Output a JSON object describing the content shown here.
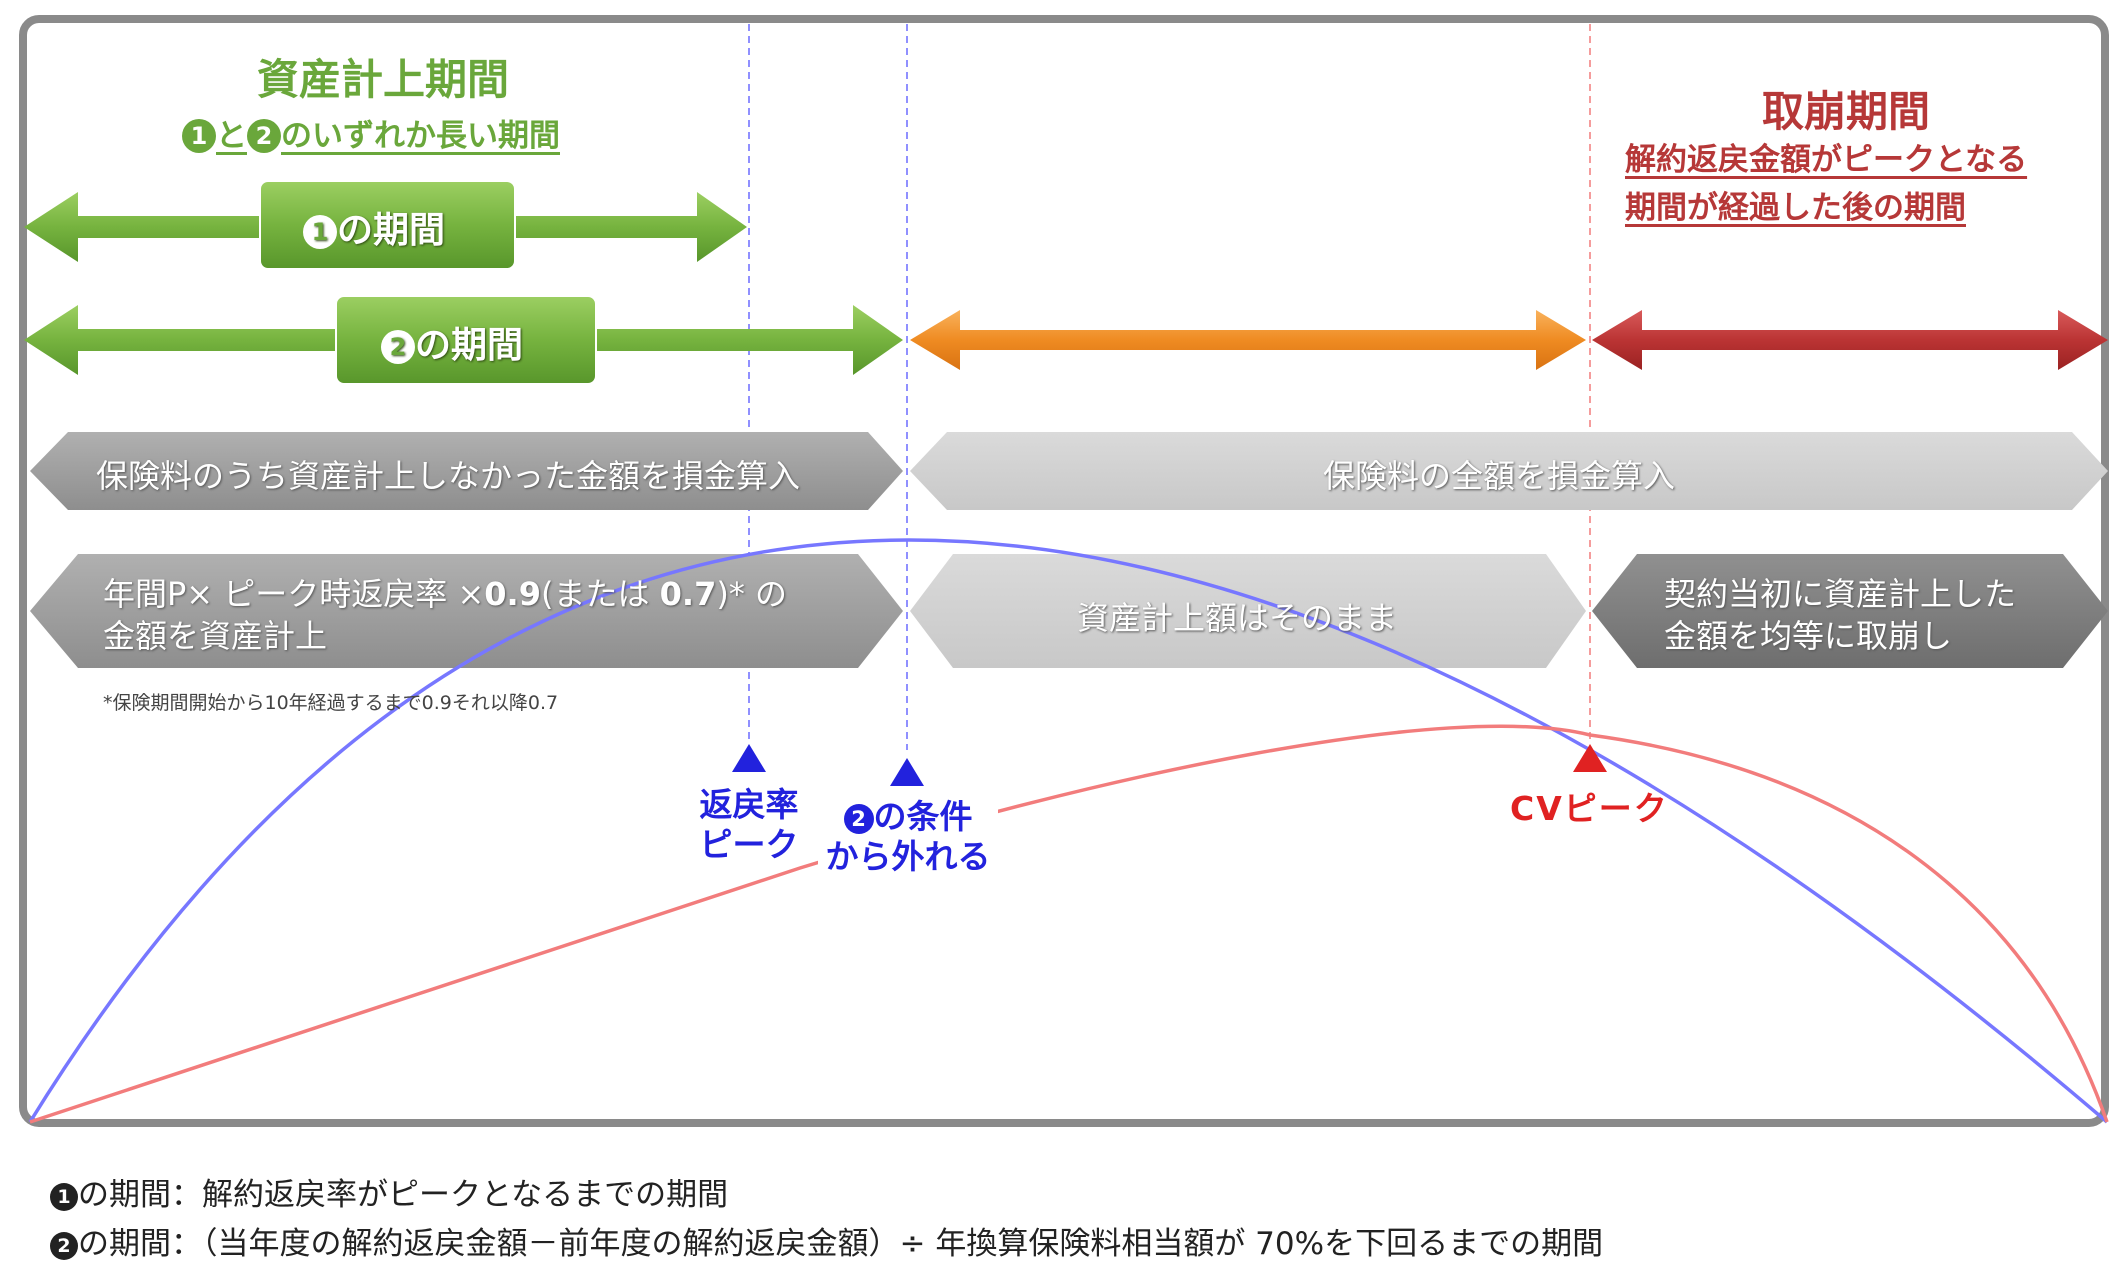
{
  "asset_period": {
    "title": "資産計上期間",
    "subtitle_num1": "1",
    "subtitle_mid": "と",
    "subtitle_num2": "2",
    "subtitle_rest": "のいずれか長い期間"
  },
  "reversal_period": {
    "title": "取崩期間",
    "line1": "解約返戻金額がピークとなる",
    "line2": "期間が経過した後の期間"
  },
  "arrows": {
    "period1": {
      "num": "1",
      "label": "の期間"
    },
    "period2": {
      "num": "2",
      "label": "の期間"
    }
  },
  "row1": {
    "left": "保険料のうち資産計上しなかった金額を損金算入",
    "right": "保険料の全額を損金算入"
  },
  "row2": {
    "left_a": "年間P× ピーク時返戻率 ×",
    "left_b": "0.9",
    "left_c": "(または ",
    "left_d": "0.7",
    "left_e": ")* の",
    "left_line2": "金額を資産計上",
    "middle": "資産計上額はそのまま",
    "right_line1": "契約当初に資産計上した",
    "right_line2": "金額を均等に取崩し"
  },
  "footnote": "*保険期間開始から10年経過するまで0.9それ以降0.7",
  "markers": {
    "refund_rate_peak_line1": "返戻率",
    "refund_rate_peak_line2": "ピーク",
    "cond2_num": "2",
    "cond2_line1": "の条件",
    "cond2_line2": "から外れる",
    "cv_peak": "CVピーク"
  },
  "legend": {
    "item1_num": "1",
    "item1_text": "の期間：解約返戻率がピークとなるまでの期間",
    "item2_num": "2",
    "item2_text": "の期間：（当年度の解約返戻金額－前年度の解約返戻金額）÷ 年換算保険料相当額が 70%を下回るまでの期間"
  },
  "colors": {
    "green": "#6aa73b",
    "orange": "#ee8a1e",
    "red_arrow": "#b83232",
    "blue_curve": "#7777ff",
    "red_curve": "#f27c7c",
    "marker_blue": "#2222dd",
    "marker_red": "#e02222"
  }
}
